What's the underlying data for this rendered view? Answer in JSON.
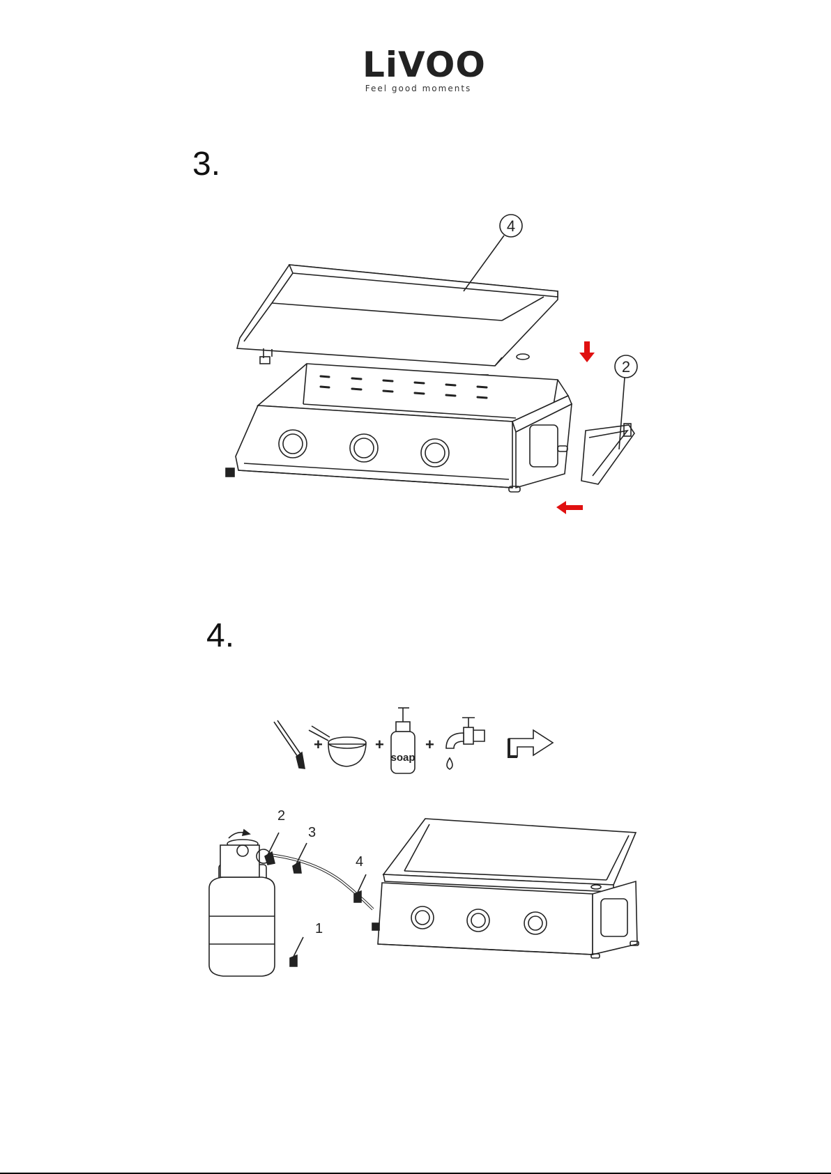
{
  "logo": {
    "name": "Livoo",
    "word": "LiVOO",
    "tagline": "Feel good moments"
  },
  "steps": [
    {
      "number": "3.",
      "callouts": [
        "4",
        "2"
      ]
    },
    {
      "number": "4.",
      "soap_label": "soap",
      "callouts": [
        "2",
        "3",
        "4",
        "1"
      ]
    }
  ],
  "colors": {
    "arrow": "#e01010",
    "line": "#222222"
  }
}
